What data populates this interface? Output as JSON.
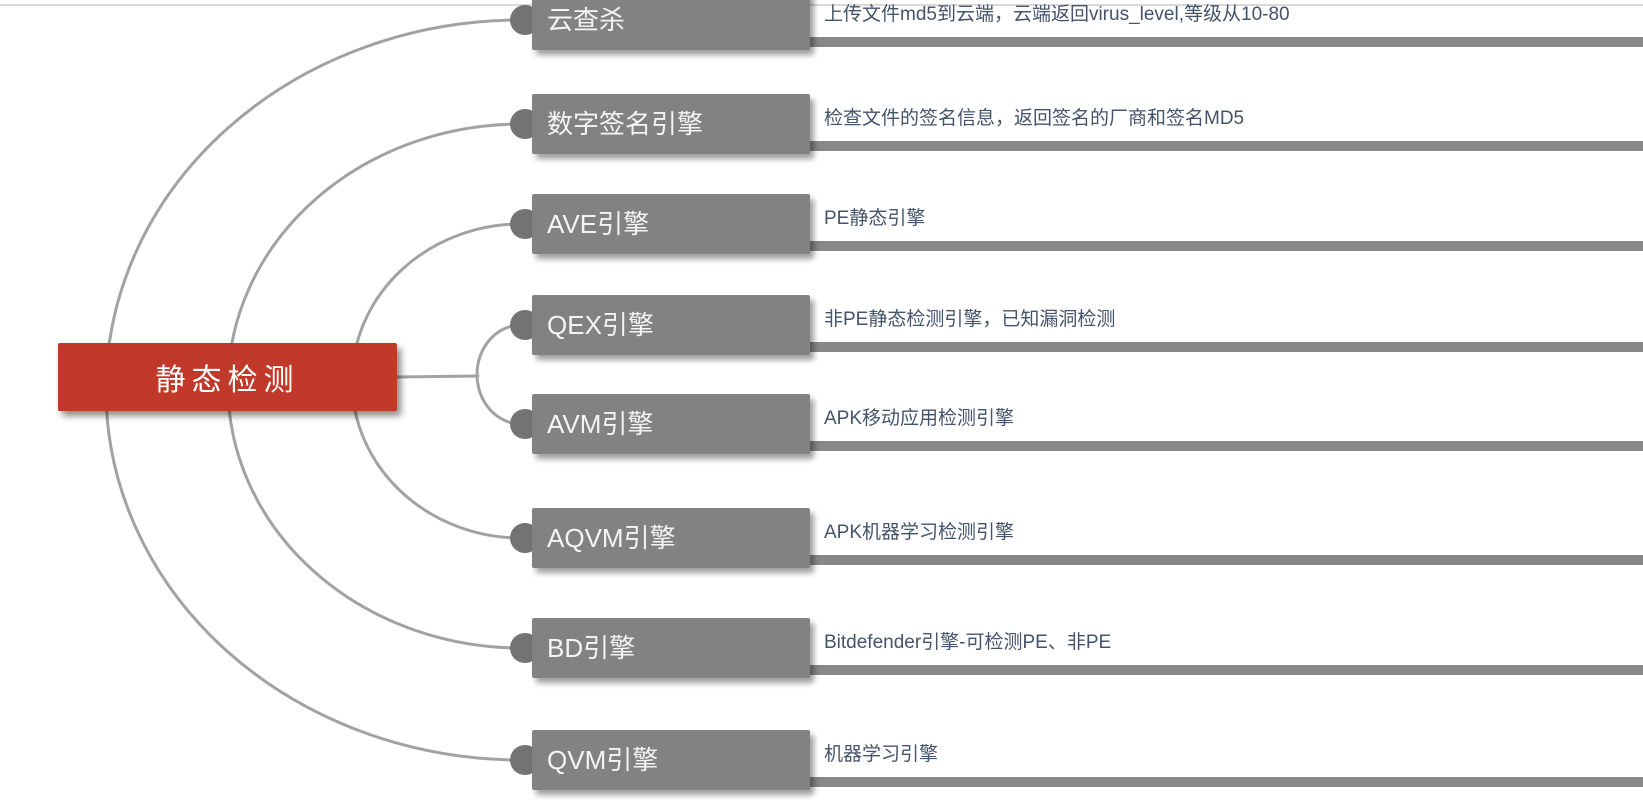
{
  "diagram": {
    "root": {
      "label": "静态检测"
    },
    "nodes": [
      {
        "label": "云查杀",
        "desc": "上传文件md5到云端，云端返回virus_level,等级从10-80"
      },
      {
        "label": "数字签名引擎",
        "desc": "检查文件的签名信息，返回签名的厂商和签名MD5"
      },
      {
        "label": "AVE引擎",
        "desc": "PE静态引擎"
      },
      {
        "label": "QEX引擎",
        "desc": "非PE静态检测引擎，已知漏洞检测"
      },
      {
        "label": "AVM引擎",
        "desc": "APK移动应用检测引擎"
      },
      {
        "label": "AQVM引擎",
        "desc": "APK机器学习检测引擎"
      },
      {
        "label": "BD引擎",
        "desc": "Bitdefender引擎-可检测PE、非PE"
      },
      {
        "label": "QVM引擎",
        "desc": "机器学习引擎"
      }
    ]
  },
  "colors": {
    "root_bg": "#c0392b",
    "node_bg": "#828282",
    "node_dot": "#737373",
    "connector": "#a2a2a2",
    "bar": "#888888",
    "desc_text": "#44546a",
    "slide_edge": "#d9d9d9"
  }
}
